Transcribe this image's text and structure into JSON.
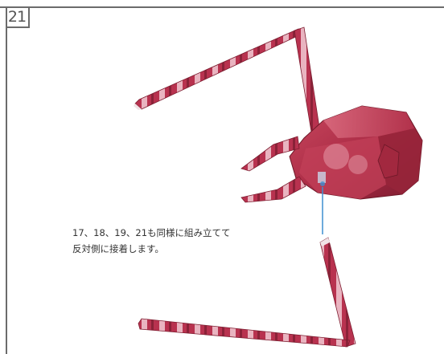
{
  "step": {
    "number": "21"
  },
  "instruction": {
    "line1": "17、18、19、21も同様に組み立てて",
    "line2": "反対側に接着します。"
  },
  "colors": {
    "paper_red": "#b8324f",
    "paper_dark": "#7d1d30",
    "paper_light": "#f3d2d8",
    "pointer_line": "#3d8fd1"
  }
}
